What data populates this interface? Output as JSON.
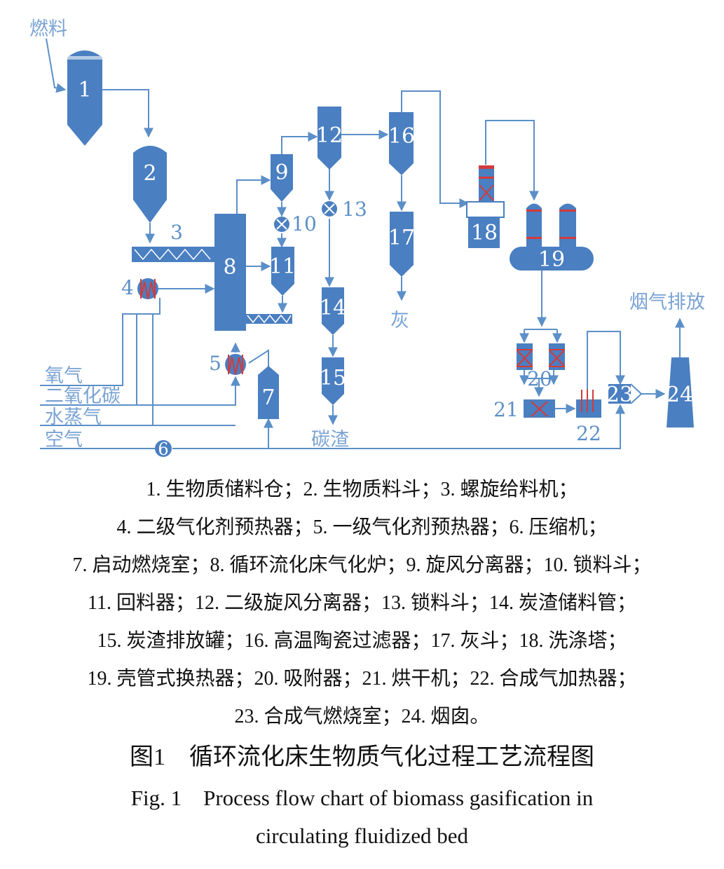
{
  "diagram": {
    "input_fuel": "燃料",
    "exhaust": "烟气排放",
    "gases": [
      "氧气",
      "二氧化碳",
      "水蒸气",
      "空气"
    ],
    "outputs": {
      "ash": "灰",
      "carbon_residue": "碳渣"
    },
    "units": [
      "1",
      "2",
      "3",
      "4",
      "5",
      "6",
      "7",
      "8",
      "9",
      "10",
      "11",
      "12",
      "13",
      "14",
      "15",
      "16",
      "17",
      "18",
      "19",
      "20",
      "21",
      "22",
      "23",
      "24"
    ],
    "colors": {
      "equipment": "#4a7fc1",
      "line": "#5b8fc8",
      "heater_coil": "#d23b3b",
      "text_on_equipment": "#ffffff"
    }
  },
  "legend": [
    "1. 生物质储料仓；2. 生物质料斗；3. 螺旋给料机；",
    "4. 二级气化剂预热器；5. 一级气化剂预热器；6. 压缩机；",
    "7. 启动燃烧室；8. 循环流化床气化炉；9. 旋风分离器；10. 锁料斗；",
    "11. 回料器；12. 二级旋风分离器；13. 锁料斗；14. 炭渣储料管；",
    "15. 炭渣排放罐；16. 高温陶瓷过滤器；17. 灰斗；18. 洗涤塔；",
    "19. 壳管式换热器；20. 吸附器；21. 烘干机；22. 合成气加热器；",
    "23. 合成气燃烧室；24. 烟囱。"
  ],
  "figure": {
    "title": "图1　循环流化床生物质气化过程工艺流程图",
    "caption_en_line1": "Fig. 1　Process flow chart of biomass gasification in",
    "caption_en_line2": "circulating fluidized bed"
  }
}
